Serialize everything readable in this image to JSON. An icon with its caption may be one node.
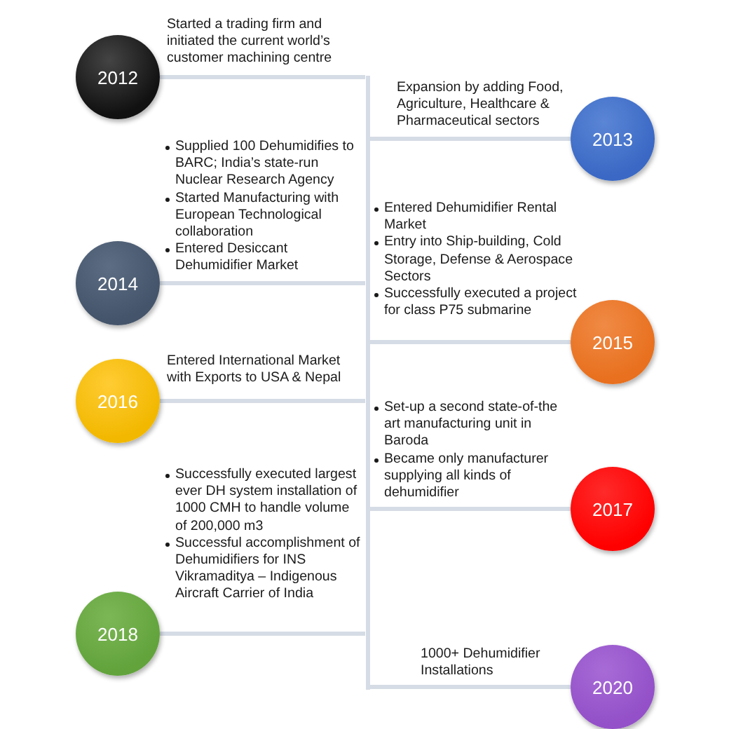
{
  "diagram": {
    "nodes": [
      {
        "text": [
          "2012"
        ],
        "beside": [
          "Started a trading firm and initiated the current world’s customer machining centre"
        ]
      },
      {
        "text": [
          "2013"
        ],
        "beside": [
          "Expansion by adding Food, Agriculture, Healthcare & Pharmaceutical sectors"
        ]
      },
      {
        "text": [
          "2014"
        ],
        "beside": [
          "Supplied 100 Dehumidifies to BARC; India’s state-run Nuclear Research Agency",
          "Started Manufacturing with European Technological collaboration",
          "Entered Desiccant Dehumidifier Market"
        ]
      },
      {
        "text": [
          "2015"
        ],
        "beside": [
          "Entered Dehumidifier Rental Market",
          "Entry into Ship-building, Cold Storage, Defense & Aerospace Sectors",
          "Successfully executed a project for class P75 submarine"
        ]
      },
      {
        "text": [
          "2016"
        ],
        "beside": [
          "Entered International Market with Exports to USA & Nepal"
        ]
      },
      {
        "text": [
          "2017"
        ],
        "beside": [
          "Set-up a second state-of-the art manufacturing unit in Baroda",
          "Became only manufacturer supplying all kinds of dehumidifier"
        ]
      },
      {
        "text": [
          "2018"
        ],
        "beside": [
          "Successfully executed largest ever DH system installation of 1000 CMH to handle volume of 200,000 m3",
          "Successful accomplishment of Dehumidifiers for INS Vikramaditya – Indigenous Aircraft Carrier of India"
        ]
      },
      {
        "text": [
          "2020"
        ],
        "beside": [
          "1000+ Dehumidifier Installations"
        ]
      },
      {
        "text": [],
        "shape": "bar"
      }
    ],
    "edges": [
      {
        "from": 0,
        "to": 8,
        "arrow": "none"
      },
      {
        "from": 1,
        "to": 8,
        "arrow": "none"
      },
      {
        "from": 2,
        "to": 8,
        "arrow": "none"
      },
      {
        "from": 3,
        "to": 8,
        "arrow": "none"
      },
      {
        "from": 4,
        "to": 8,
        "arrow": "none"
      },
      {
        "from": 5,
        "to": 8,
        "arrow": "none"
      },
      {
        "from": 6,
        "to": 8,
        "arrow": "none"
      },
      {
        "from": 7,
        "to": 8,
        "arrow": "none"
      }
    ]
  }
}
